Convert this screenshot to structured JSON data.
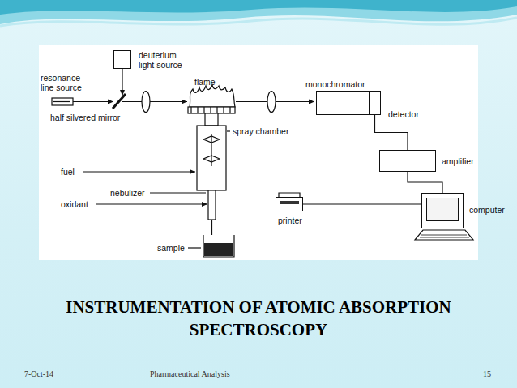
{
  "diagram": {
    "title": "INSTRUMENTATION OF ATOMIC ABSORPTION SPECTROSCOPY",
    "nodes": [
      {
        "text": [
          "deuterium light source"
        ]
      },
      {
        "text": [
          "monochromator"
        ]
      },
      {
        "text": [
          "detector"
        ]
      },
      {
        "text": [
          "amplifier"
        ]
      },
      {
        "text": [
          "computer"
        ]
      },
      {
        "text": [
          "printer"
        ]
      }
    ],
    "edges": [
      {
        "from": 2,
        "to": 3,
        "arrow": "none"
      },
      {
        "from": 3,
        "to": 4,
        "arrow": "none"
      },
      {
        "from": 5,
        "to": 4,
        "arrow": "none"
      }
    ],
    "labels": [
      "resonance line source",
      "half silvered mirror",
      "flame",
      "spray chamber",
      "fuel",
      "nebulizer",
      "oxidant",
      "sample",
      "7-Oct-14",
      "Pharmaceutical Analysis",
      "15"
    ]
  }
}
